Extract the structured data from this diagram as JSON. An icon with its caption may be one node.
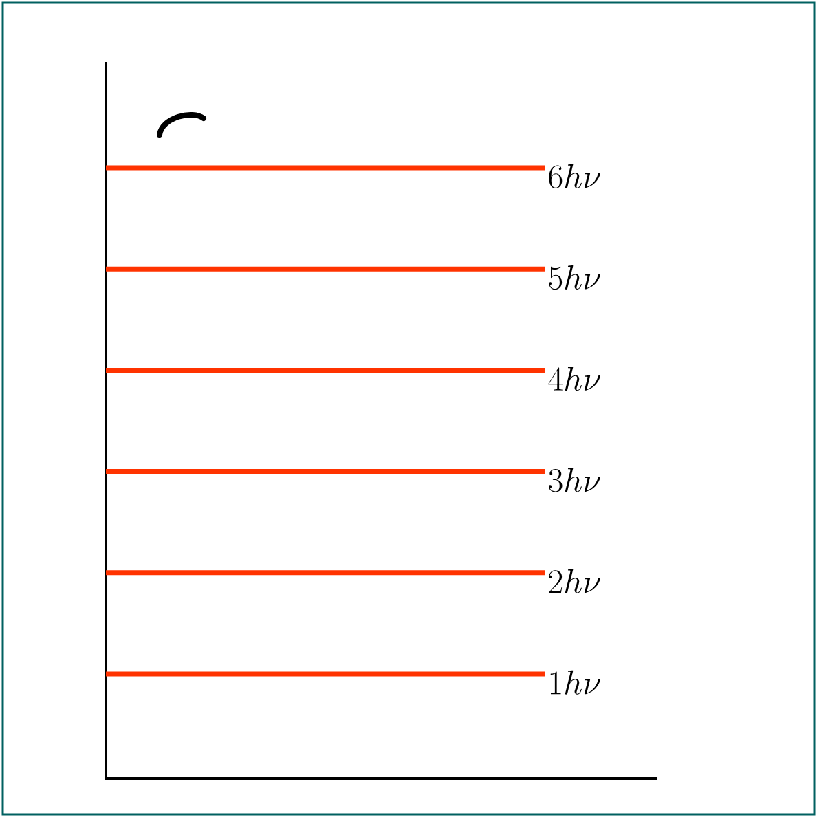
{
  "diagram": {
    "labels": [
      "6h\\nu",
      "5h\\nu",
      "4h\\nu",
      "3h\\nu",
      "2h\\nu",
      "1h\\nu"
    ]
  }
}
